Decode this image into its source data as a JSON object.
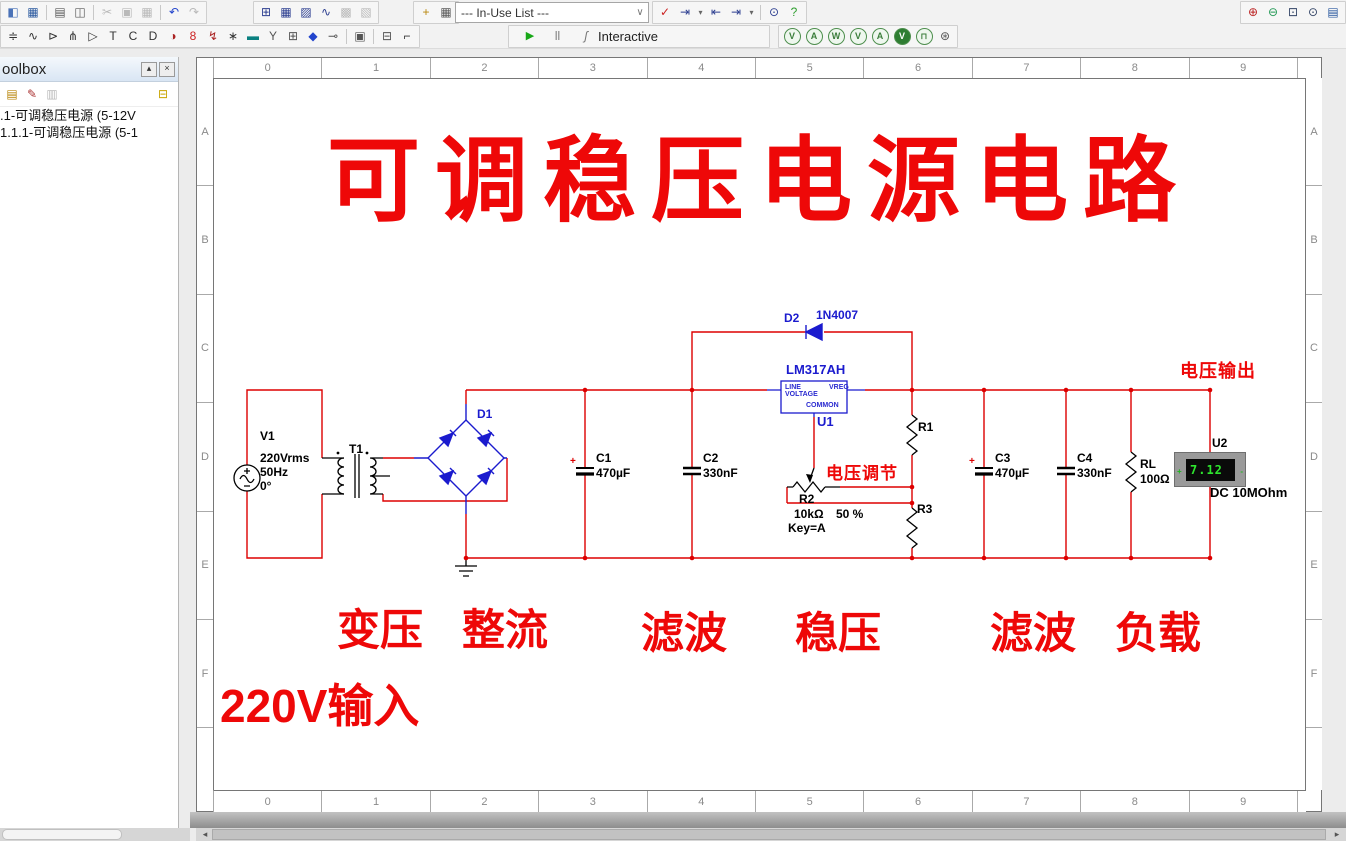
{
  "toolbar": {
    "in_use_list": "--- In-Use List ---",
    "row1_file": [
      {
        "name": "new",
        "glyph": "◧",
        "color": "#4a72b8"
      },
      {
        "name": "save",
        "glyph": "▦",
        "color": "#2c5aa0"
      },
      {
        "sep": true
      },
      {
        "name": "print",
        "glyph": "▤",
        "color": "#5a5a5a"
      },
      {
        "name": "print-preview",
        "glyph": "◫",
        "color": "#5a5a5a"
      },
      {
        "sep": true
      },
      {
        "name": "cut",
        "glyph": "✂",
        "disabled": true
      },
      {
        "name": "copy",
        "glyph": "▣",
        "disabled": true
      },
      {
        "name": "paste",
        "glyph": "▦",
        "disabled": true
      },
      {
        "sep": true
      },
      {
        "name": "undo",
        "glyph": "↶",
        "color": "#2244cc"
      },
      {
        "name": "redo",
        "glyph": "↷",
        "disabled": true
      }
    ],
    "row1_view": [
      {
        "name": "design-toolbox",
        "glyph": "⊞",
        "color": "#2c3e90"
      },
      {
        "name": "spreadsheet-view",
        "glyph": "▦",
        "color": "#2c3e90"
      },
      {
        "name": "database-manager",
        "glyph": "▨",
        "color": "#2c3e90"
      },
      {
        "name": "grapher",
        "glyph": "∿",
        "color": "#2c3e90"
      },
      {
        "name": "postprocessor",
        "glyph": "▩",
        "disabled": true
      },
      {
        "name": "parent-sheet",
        "glyph": "▧",
        "disabled": true
      }
    ],
    "row1_component": [
      {
        "name": "create-component",
        "glyph": "+",
        "color": "#b8860b"
      },
      {
        "name": "component-wizard",
        "glyph": "▦",
        "color": "#5a5a5a"
      }
    ],
    "row1_erc": [
      {
        "name": "erc-check",
        "glyph": "✓",
        "color": "#cc2222"
      },
      {
        "name": "export",
        "glyph": "⇥",
        "color": "#2c3e90"
      },
      {
        "name": "export-menu",
        "glyph": "▾",
        "color": "#666",
        "narrow": true
      },
      {
        "name": "back-annotate",
        "glyph": "⇤",
        "color": "#2c3e90"
      },
      {
        "name": "forward-annotate",
        "glyph": "⇥",
        "color": "#2c3e90"
      },
      {
        "name": "forward-annotate-menu",
        "glyph": "▾",
        "color": "#666",
        "narrow": true
      },
      {
        "sep": true
      },
      {
        "name": "find",
        "glyph": "⊙",
        "color": "#2c3e90"
      },
      {
        "name": "help",
        "glyph": "?",
        "color": "#2e9e2e"
      }
    ],
    "row1_zoom": [
      {
        "name": "zoom-in",
        "glyph": "⊕",
        "color": "#bb2222"
      },
      {
        "name": "zoom-out",
        "glyph": "⊖",
        "color": "#229955"
      },
      {
        "name": "zoom-area",
        "glyph": "⊡",
        "color": "#334466"
      },
      {
        "name": "zoom-fit",
        "glyph": "⊙",
        "color": "#334466"
      },
      {
        "name": "zoom-full",
        "glyph": "▤",
        "color": "#2c5aa0"
      }
    ],
    "row2_parts": [
      {
        "name": "place-source",
        "glyph": "≑",
        "color": "#333"
      },
      {
        "name": "place-basic",
        "glyph": "∿",
        "color": "#333"
      },
      {
        "name": "place-diode",
        "glyph": "⊳",
        "color": "#333"
      },
      {
        "name": "place-transistor",
        "glyph": "⋔",
        "color": "#333"
      },
      {
        "name": "place-analog",
        "glyph": "▷",
        "color": "#333"
      },
      {
        "name": "place-ttl",
        "glyph": "T",
        "color": "#333"
      },
      {
        "name": "place-cmos",
        "glyph": "C",
        "color": "#333"
      },
      {
        "name": "place-misc-digital",
        "glyph": "D",
        "color": "#333"
      },
      {
        "name": "place-mixed",
        "glyph": "◑",
        "color": "#aa2222"
      },
      {
        "name": "place-indicator",
        "glyph": "8",
        "color": "#cc2222"
      },
      {
        "name": "place-power",
        "glyph": "↯",
        "color": "#aa2222"
      },
      {
        "name": "place-misc",
        "glyph": "∗",
        "color": "#333"
      },
      {
        "name": "place-advanced-peripherals",
        "glyph": "▬",
        "color": "#0a8080"
      },
      {
        "name": "place-rf",
        "glyph": "Y",
        "color": "#555"
      },
      {
        "name": "place-electromech",
        "glyph": "⊞",
        "color": "#555"
      },
      {
        "name": "place-ni-component",
        "glyph": "◆",
        "color": "#2244cc"
      },
      {
        "name": "place-connector",
        "glyph": "⊸",
        "color": "#555"
      },
      {
        "sep": true
      },
      {
        "name": "place-mcu",
        "glyph": "▣",
        "color": "#555"
      },
      {
        "sep": true
      },
      {
        "name": "place-hierarchical-block",
        "glyph": "⊟",
        "color": "#555"
      },
      {
        "name": "place-bus",
        "glyph": "⌐",
        "color": "#333"
      }
    ],
    "sim": {
      "play": "▶",
      "pause": "‖",
      "wrench": "ʃ",
      "label": "Interactive"
    },
    "row2_probes": [
      {
        "name": "voltage-probe",
        "glyph": "V",
        "cls": "probe"
      },
      {
        "name": "current-probe",
        "glyph": "A",
        "cls": "probe"
      },
      {
        "name": "power-probe",
        "glyph": "W",
        "cls": "probe"
      },
      {
        "name": "differential-voltage-probe",
        "glyph": "V",
        "cls": "probe"
      },
      {
        "name": "voltage-current-probe",
        "glyph": "A",
        "cls": "probe"
      },
      {
        "name": "reference-probe",
        "glyph": "V",
        "cls": "probe probe-dark"
      },
      {
        "name": "digital-probe",
        "glyph": "⊓",
        "cls": "probe"
      },
      {
        "name": "probe-settings",
        "glyph": "⊛",
        "color": "#555"
      }
    ]
  },
  "toolbox": {
    "title": "oolbox",
    "minimize": "▴",
    "close": "×",
    "tools": [
      {
        "name": "new-sheet",
        "glyph": "▤",
        "color": "#b8860b"
      },
      {
        "name": "edit-sheet",
        "glyph": "✎",
        "color": "#aa3333"
      },
      {
        "name": "delete-sheet",
        "glyph": "▥",
        "disabled": true
      },
      {
        "name": "recent-files",
        "glyph": "⊟",
        "color": "#c8a400",
        "right": true
      }
    ],
    "items": [
      ".1-可调稳压电源 (5-12V",
      "1.1.1-可调稳压电源 (5-1"
    ]
  },
  "rulers": {
    "cols": [
      "0",
      "1",
      "2",
      "3",
      "4",
      "5",
      "6",
      "7",
      "8",
      "9"
    ],
    "rows": [
      "A",
      "B",
      "C",
      "D",
      "E",
      "F"
    ]
  },
  "schematic": {
    "title": "可调稳压电源电路",
    "v1": {
      "ref": "V1",
      "line1": "220Vrms",
      "line2": "50Hz",
      "line3": "0°"
    },
    "t1": {
      "ref": "T1"
    },
    "d1": {
      "ref": "D1"
    },
    "d2": {
      "ref": "D2",
      "part": "1N4007"
    },
    "u1": {
      "ref": "U1",
      "part": "LM317AH",
      "pin_line": "LINE",
      "pin_voltage": "VOLTAGE",
      "pin_vreg": "VREG",
      "pin_common": "COMMON"
    },
    "c1": {
      "ref": "C1",
      "value": "470µF",
      "polarity": "+"
    },
    "c2": {
      "ref": "C2",
      "value": "330nF"
    },
    "c3": {
      "ref": "C3",
      "value": "470µF",
      "polarity": "+"
    },
    "c4": {
      "ref": "C4",
      "value": "330nF"
    },
    "r1": {
      "ref": "R1"
    },
    "r2": {
      "ref": "R2",
      "value": "10kΩ",
      "setting": "50 %",
      "key": "Key=A"
    },
    "r3": {
      "ref": "R3"
    },
    "rl": {
      "ref": "RL",
      "value": "100Ω"
    },
    "u2": {
      "ref": "U2",
      "reading": "7.12",
      "mode": "DC  10MOhm",
      "pos": "+",
      "neg": "-"
    },
    "annotations": {
      "adjust": "电压调节",
      "output": "电压输出",
      "input": "220V输入"
    },
    "stages": [
      "变压",
      "整流",
      "滤波",
      "稳压",
      "滤波",
      "负载"
    ],
    "colors": {
      "wire": "#dd0000",
      "device_blue": "#1b1bce",
      "annotation_red": "#ee0808",
      "reading_green": "#2ee52e"
    }
  }
}
